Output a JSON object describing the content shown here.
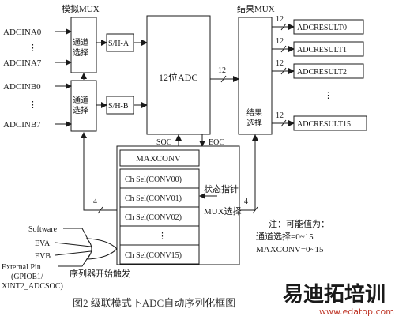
{
  "mux_label": "模拟MUX",
  "result_mux_label": "结果MUX",
  "inputs_a": [
    "ADCINA0",
    "ADCINA7"
  ],
  "inputs_b": [
    "ADCINB0",
    "ADCINB7"
  ],
  "ellipsis": "⋮",
  "channel_select": "通道\n选择",
  "sh_a": "S/H-A",
  "sh_b": "S/H-B",
  "adc": "12位ADC",
  "adc_bits": "12",
  "result_select": "结果\n选择",
  "results": [
    "ADCRESULT0",
    "ADCRESULT1",
    "ADCRESULT2",
    "ADCRESULT15"
  ],
  "soc": "SOC",
  "eoc": "EOC",
  "maxconv": "MAXCONV",
  "conv_slots": [
    "Ch Sel(CONV00)",
    "Ch Sel(CONV01)",
    "Ch Sel(CONV02)",
    "Ch Sel(CONV15)"
  ],
  "state_pointer": "状态指针",
  "mux_select": "MUX选择",
  "bus4": "4",
  "triggers": [
    "Software",
    "EVA",
    "EVB",
    "External Pin",
    "(GPIOE1/",
    "XINT2_ADCSOC)"
  ],
  "seq_trigger": "序列器开始触发",
  "note_lines": [
    "注：可能值为：",
    "通道选择=0~15",
    "MAXCONV=0~15"
  ],
  "caption": "图2 级联模式下ADC自动序列化框图",
  "watermark": [
    "易",
    "迪",
    "拓",
    "培",
    "训"
  ],
  "watermark_url": "www.edatop.com",
  "watermark_colors": [
    "#e67e22",
    "#c0392b",
    "#e67e22",
    "#c0392b",
    "#e67e22"
  ]
}
